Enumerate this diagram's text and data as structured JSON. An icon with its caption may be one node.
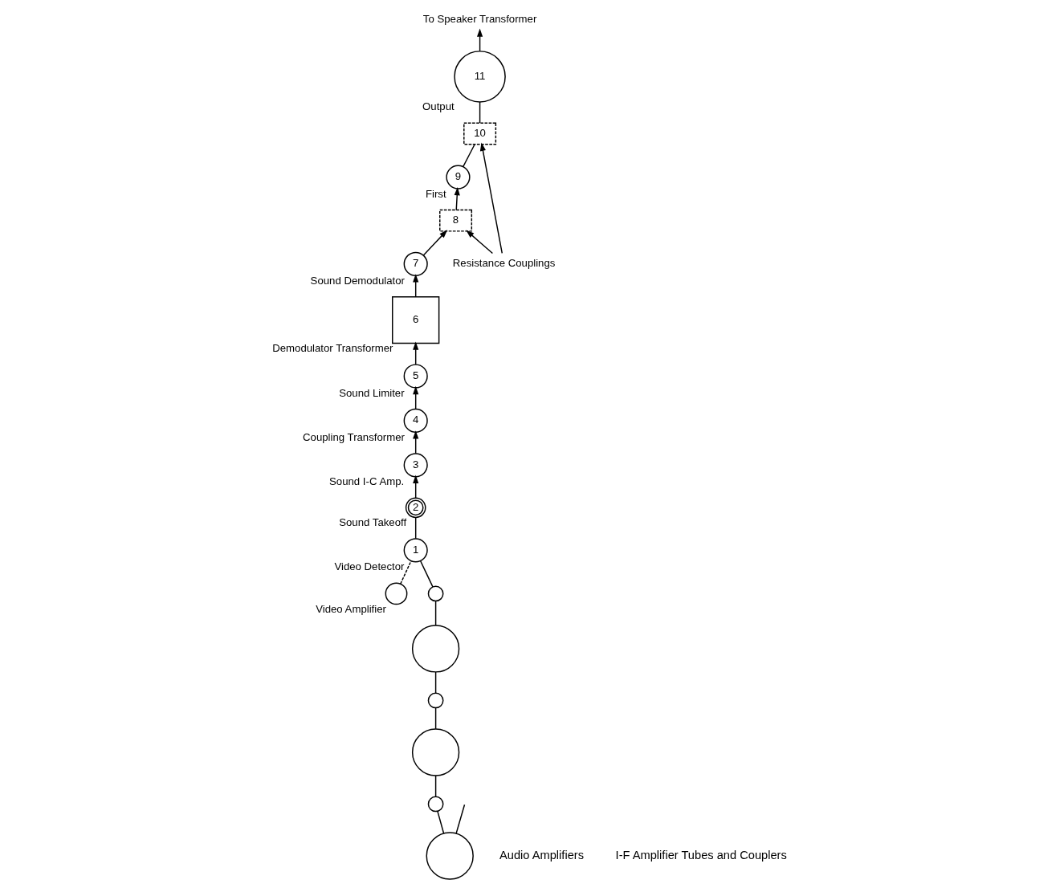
{
  "diagram": {
    "nodes": [
      {
        "text": [
          "11"
        ],
        "beside": [
          "Output"
        ]
      },
      {
        "text": [
          "10"
        ]
      },
      {
        "text": [
          "9"
        ],
        "beside": [
          "First"
        ]
      },
      {
        "text": [
          "8"
        ]
      },
      {
        "text": [
          "7"
        ],
        "beside": [
          "Sound Demodulator"
        ]
      },
      {
        "text": [
          "6"
        ],
        "beside": [
          "Demodulator Transformer"
        ]
      },
      {
        "text": [
          "5"
        ],
        "beside": [
          "Sound Limiter"
        ]
      },
      {
        "text": [
          "4"
        ],
        "beside": [
          "Coupling Transformer"
        ]
      },
      {
        "text": [
          "3"
        ],
        "beside": [
          "Sound I-C Amp."
        ]
      },
      {
        "text": [
          "2"
        ],
        "beside": [
          "Sound Takeoff"
        ]
      },
      {
        "text": [
          "1"
        ],
        "beside": [
          "Video Detector"
        ]
      },
      {
        "text": [],
        "shape": "circle",
        "beside": [
          "Video Amplifier"
        ]
      },
      {
        "text": [],
        "shape": "circle"
      },
      {
        "text": [],
        "shape": "circle"
      },
      {
        "text": [],
        "shape": "circle"
      },
      {
        "text": [],
        "shape": "circle"
      },
      {
        "text": [],
        "shape": "circle"
      },
      {
        "text": [],
        "shape": "circle"
      },
      {
        "text": [
          "To Speaker Transformer"
        ]
      },
      {
        "text": [
          "Resistance Couplings"
        ]
      }
    ],
    "edges": [
      {
        "from": 0,
        "to": 18,
        "arrow": "to"
      },
      {
        "from": 1,
        "to": 0,
        "arrow": "none"
      },
      {
        "from": 2,
        "to": 1,
        "arrow": "none"
      },
      {
        "from": 3,
        "to": 2,
        "arrow": "to"
      },
      {
        "from": 4,
        "to": 3,
        "arrow": "to"
      },
      {
        "from": 5,
        "to": 4,
        "arrow": "to"
      },
      {
        "from": 6,
        "to": 5,
        "arrow": "to"
      },
      {
        "from": 7,
        "to": 6,
        "arrow": "to"
      },
      {
        "from": 8,
        "to": 7,
        "arrow": "to"
      },
      {
        "from": 9,
        "to": 8,
        "arrow": "to"
      },
      {
        "from": 10,
        "to": 9,
        "arrow": "none"
      },
      {
        "from": 11,
        "to": 10,
        "arrow": "none",
        "style": "dashed"
      },
      {
        "from": 12,
        "to": null,
        "arrow": "none"
      },
      {
        "from": 12,
        "to": 13,
        "arrow": "none"
      },
      {
        "from": 13,
        "to": 14,
        "arrow": "none"
      },
      {
        "from": 14,
        "to": 15,
        "arrow": "none"
      },
      {
        "from": 15,
        "to": 16,
        "arrow": "none"
      },
      {
        "from": 16,
        "to": 17,
        "arrow": "none"
      },
      {
        "from": 17,
        "to": 10,
        "arrow": "none"
      },
      {
        "from": 19,
        "to": 1,
        "arrow": "to"
      },
      {
        "from": 19,
        "to": 3,
        "arrow": "to"
      }
    ],
    "labels": [
      "Audio Amplifiers",
      "I-F Amplifier Tubes and Couplers"
    ]
  }
}
